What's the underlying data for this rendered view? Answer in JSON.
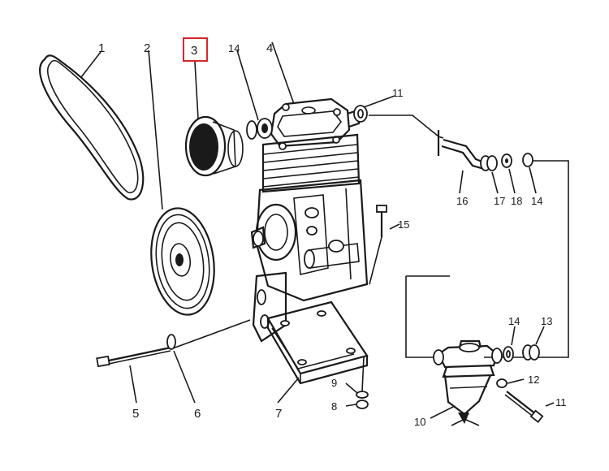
{
  "labels": {
    "belt": "1",
    "pulley": "2",
    "compressor_pulley": "3",
    "cylinder_head": "4",
    "long_bolt": "5",
    "washer_6": "6",
    "bracket": "7",
    "nut_8": "8",
    "washer_9": "9",
    "filter": "10",
    "washer_11_top": "11",
    "bolt_11_bottom": "11",
    "nut_12": "12",
    "fitting_13": "13",
    "washer_14_top_left": "14",
    "washer_14_right": "14",
    "washer_14_lower": "14",
    "bolt_15": "15",
    "pipe_16": "16",
    "nut_17": "17",
    "washer_18": "18"
  },
  "highlight": {
    "color": "#d6262b"
  },
  "colors": {
    "ink": "#1a1a1a",
    "background": "#ffffff"
  }
}
